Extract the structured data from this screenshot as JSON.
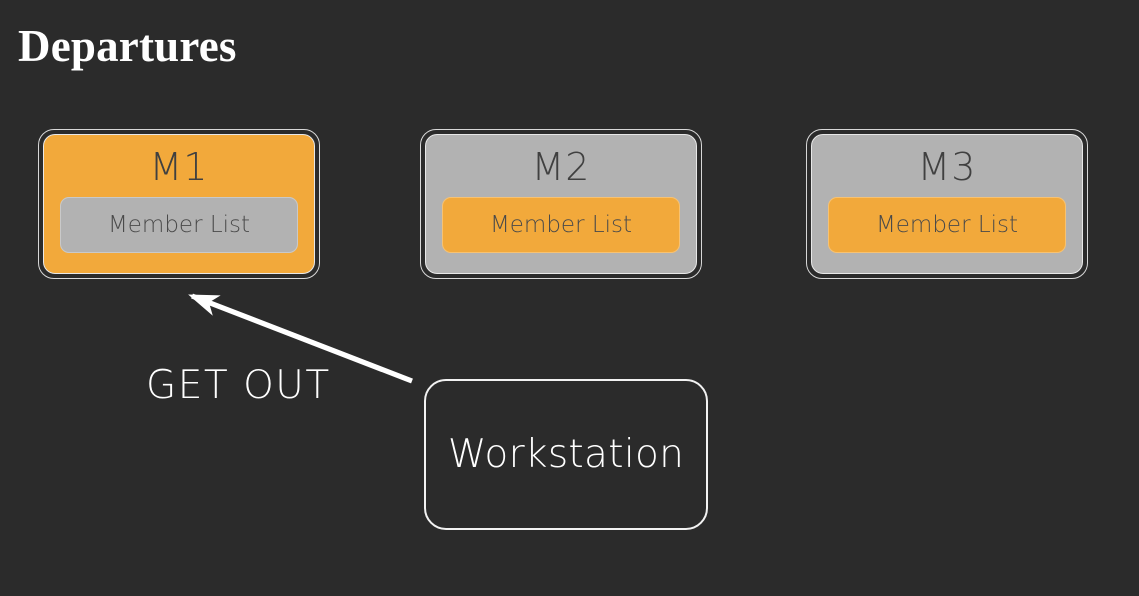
{
  "page": {
    "title": "Departures",
    "background_color": "#2b2b2b"
  },
  "colors": {
    "background": "#2b2b2b",
    "accent_orange": "#f2a93b",
    "neutral_gray": "#b2b2b2",
    "text_dark": "#404040",
    "text_light": "#ffffff"
  },
  "members": [
    {
      "id": "m1",
      "title": "M1",
      "card_fill": "#f2a93b",
      "member_list_label": "Member List",
      "member_list_fill": "#b2b2b2",
      "highlighted": true
    },
    {
      "id": "m2",
      "title": "M2",
      "card_fill": "#b2b2b2",
      "member_list_label": "Member List",
      "member_list_fill": "#f2a93b",
      "highlighted": false
    },
    {
      "id": "m3",
      "title": "M3",
      "card_fill": "#b2b2b2",
      "member_list_label": "Member List",
      "member_list_fill": "#f2a93b",
      "highlighted": false
    }
  ],
  "workstation": {
    "label": "Workstation"
  },
  "arrow": {
    "label": "GET OUT",
    "from": "Workstation",
    "to": "M1",
    "color": "#ffffff",
    "icon": "arrow-up-left-icon"
  }
}
